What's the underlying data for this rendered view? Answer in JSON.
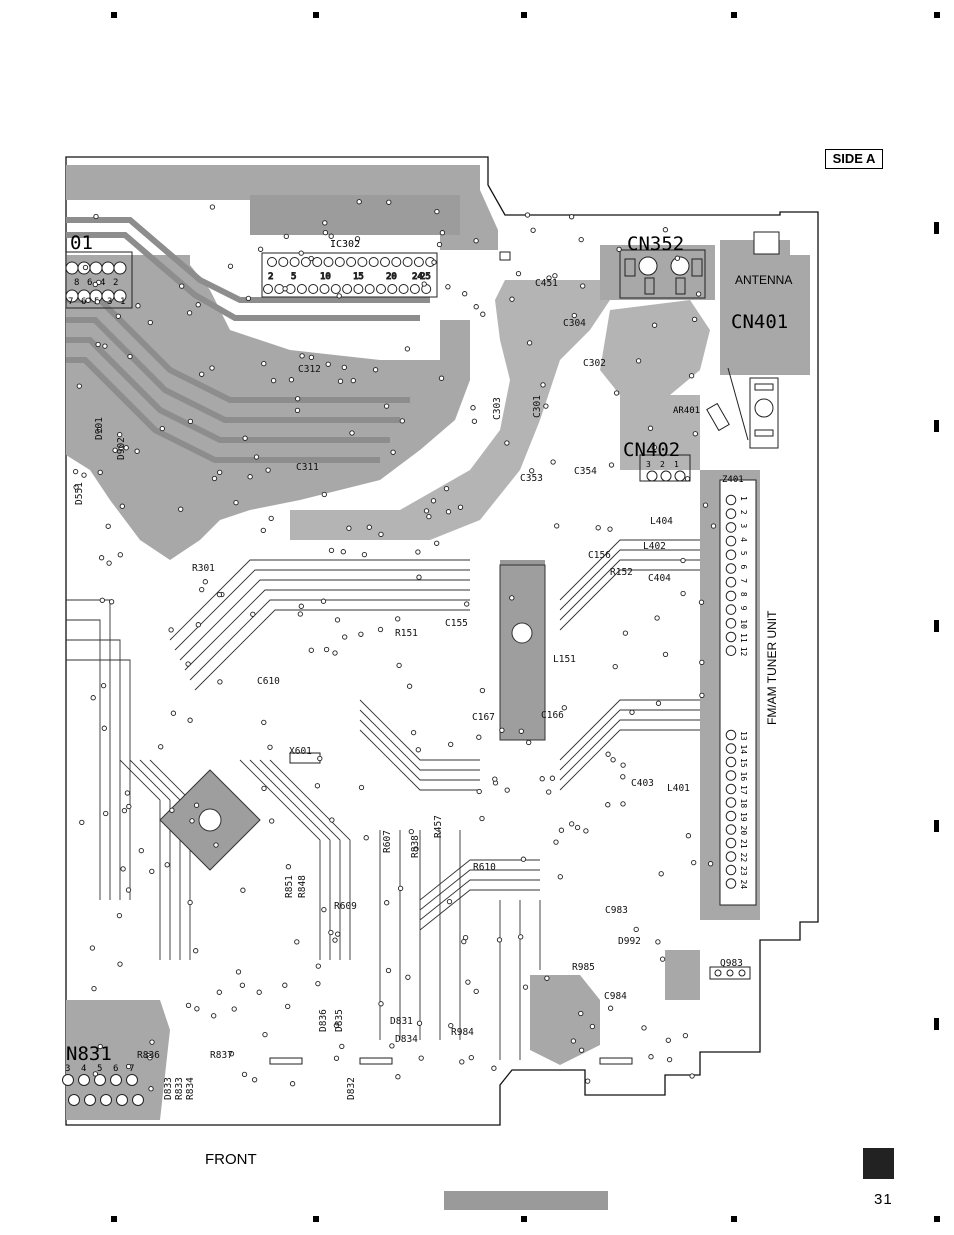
{
  "side_label": "SIDE A",
  "front_label": "FRONT",
  "page_number": "31",
  "connectors": {
    "cn352": "CN352",
    "cn401": "CN401",
    "cn402": "CN402",
    "cn831": "N831",
    "cn_topleft": "01",
    "antenna": "ANTENNA",
    "tuner": "FM/AM TUNER UNIT",
    "z401": "Z401",
    "ar401": "AR401"
  },
  "ic302": {
    "name": "IC302",
    "pins_top": [
      "2",
      "5",
      "10",
      "15",
      "20",
      "24"
    ],
    "pins_bottom": [
      "25"
    ]
  },
  "z401_pins": [
    "1",
    "2",
    "3",
    "4",
    "5",
    "6",
    "7",
    "8",
    "9",
    "10",
    "11",
    "12",
    "13",
    "14",
    "15",
    "16",
    "17",
    "18",
    "19",
    "20",
    "21",
    "22",
    "23",
    "24"
  ],
  "components": [
    {
      "id": "c451",
      "label": "C451"
    },
    {
      "id": "c304",
      "label": "C304"
    },
    {
      "id": "c302",
      "label": "C302"
    },
    {
      "id": "c312",
      "label": "C312"
    },
    {
      "id": "c303",
      "label": "C303"
    },
    {
      "id": "c301",
      "label": "C301"
    },
    {
      "id": "c311",
      "label": "C311"
    },
    {
      "id": "c353",
      "label": "C353"
    },
    {
      "id": "c354",
      "label": "C354"
    },
    {
      "id": "l404",
      "label": "L404"
    },
    {
      "id": "l402",
      "label": "L402"
    },
    {
      "id": "c156",
      "label": "C156"
    },
    {
      "id": "r152",
      "label": "R152"
    },
    {
      "id": "c404",
      "label": "C404"
    },
    {
      "id": "r301",
      "label": "R301"
    },
    {
      "id": "d901",
      "label": "D901"
    },
    {
      "id": "d902",
      "label": "D902"
    },
    {
      "id": "d551",
      "label": "D551"
    },
    {
      "id": "r151",
      "label": "R151"
    },
    {
      "id": "c155",
      "label": "C155"
    },
    {
      "id": "l151",
      "label": "L151"
    },
    {
      "id": "c610",
      "label": "C610"
    },
    {
      "id": "c167",
      "label": "C167"
    },
    {
      "id": "c166",
      "label": "C166"
    },
    {
      "id": "x601",
      "label": "X601"
    },
    {
      "id": "c403",
      "label": "C403"
    },
    {
      "id": "l401",
      "label": "L401"
    },
    {
      "id": "r457",
      "label": "R457"
    },
    {
      "id": "r607",
      "label": "R607"
    },
    {
      "id": "r838",
      "label": "R838"
    },
    {
      "id": "r610",
      "label": "R610"
    },
    {
      "id": "r851",
      "label": "R851"
    },
    {
      "id": "r848",
      "label": "R848"
    },
    {
      "id": "r609",
      "label": "R609"
    },
    {
      "id": "c983",
      "label": "C983"
    },
    {
      "id": "d992",
      "label": "D992"
    },
    {
      "id": "r985",
      "label": "R985"
    },
    {
      "id": "q983",
      "label": "Q983"
    },
    {
      "id": "c984",
      "label": "C984"
    },
    {
      "id": "d836",
      "label": "D836"
    },
    {
      "id": "d835",
      "label": "D835"
    },
    {
      "id": "d831",
      "label": "D831"
    },
    {
      "id": "d834",
      "label": "D834"
    },
    {
      "id": "r984",
      "label": "R984"
    },
    {
      "id": "r836",
      "label": "R836"
    },
    {
      "id": "r837",
      "label": "R837"
    },
    {
      "id": "d832",
      "label": "D832"
    },
    {
      "id": "d833",
      "label": "D833"
    },
    {
      "id": "r833",
      "label": "R833"
    },
    {
      "id": "r834",
      "label": "R834"
    }
  ],
  "cn831_pins": [
    "3",
    "4",
    "5",
    "6",
    "7"
  ],
  "topleft_pins": [
    "7",
    "6",
    "5",
    "3",
    "1"
  ],
  "topleft_pins_top": [
    "8",
    "6",
    "4",
    "2"
  ],
  "cn402_pins": [
    "3",
    "2",
    "1"
  ]
}
